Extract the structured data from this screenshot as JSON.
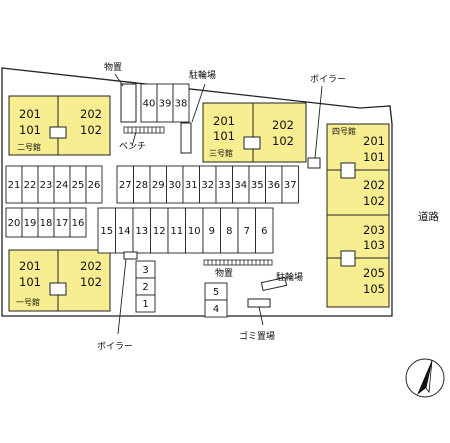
{
  "colors": {
    "building": "#f6ee90",
    "outline": "#222222",
    "background": "#ffffff"
  },
  "annotations": {
    "storage_top": "物置",
    "bike_top": "駐輪場",
    "boiler_top": "ボイラー",
    "bench": "ベンチ",
    "storage_bottom": "物置",
    "bike_bottom": "駐輪場",
    "garbage": "ゴミ置場",
    "boiler_bottom": "ボイラー",
    "road": "道路"
  },
  "buildings": {
    "b2": {
      "name": "二号館",
      "units": [
        "201",
        "101",
        "202",
        "102"
      ]
    },
    "b3": {
      "name": "三号館",
      "units": [
        "201",
        "101",
        "202",
        "102"
      ]
    },
    "b1": {
      "name": "一号館",
      "units": [
        "201",
        "101",
        "202",
        "102"
      ]
    },
    "b4": {
      "name": "四号館",
      "units": [
        "201",
        "101",
        "202",
        "102",
        "203",
        "103",
        "205",
        "105"
      ]
    }
  },
  "parking": {
    "top_small": [
      "40",
      "39",
      "38"
    ],
    "row_left_upper": [
      "21",
      "22",
      "23",
      "24",
      "25",
      "26"
    ],
    "row_right_upper": [
      "27",
      "28",
      "29",
      "30",
      "31",
      "32",
      "33",
      "34",
      "35",
      "36",
      "37"
    ],
    "row_left_lower": [
      "20",
      "19",
      "18",
      "17",
      "16"
    ],
    "row_right_lower": [
      "15",
      "14",
      "13",
      "12",
      "11",
      "10",
      "9",
      "8",
      "7",
      "6"
    ],
    "col_a": [
      "3",
      "2",
      "1"
    ],
    "col_b": [
      "5",
      "4"
    ]
  },
  "icons": [
    "compass-north-icon"
  ]
}
